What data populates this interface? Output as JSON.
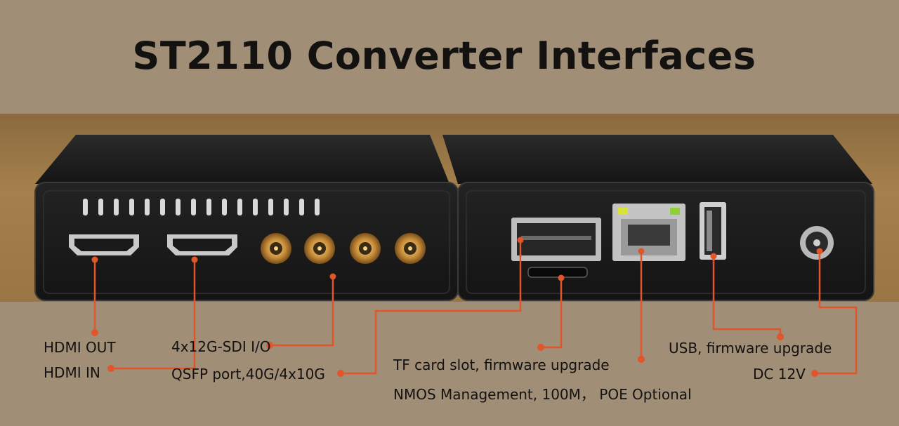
{
  "title": "ST2110 Converter Interfaces",
  "labels": {
    "hdmi_out": "HDMI OUT",
    "hdmi_in": "HDMI IN",
    "sdi": "4x12G-SDI I/O",
    "qsfp": "QSFP port,40G/4x10G",
    "tf": "TF card slot, firmware upgrade",
    "nmos": "NMOS Management, 100M， POE Optional",
    "usb": "USB, firmware upgrade",
    "dc": "DC 12V"
  },
  "colors": {
    "background": "#a08e76",
    "callout": "#e2552b",
    "device": "#1c1c1c"
  },
  "icons": [
    "hdmi-port-icon",
    "sma-connector-icon",
    "qsfp-port-icon",
    "tf-slot-icon",
    "rj45-port-icon",
    "usb-port-icon",
    "dc-jack-icon"
  ]
}
